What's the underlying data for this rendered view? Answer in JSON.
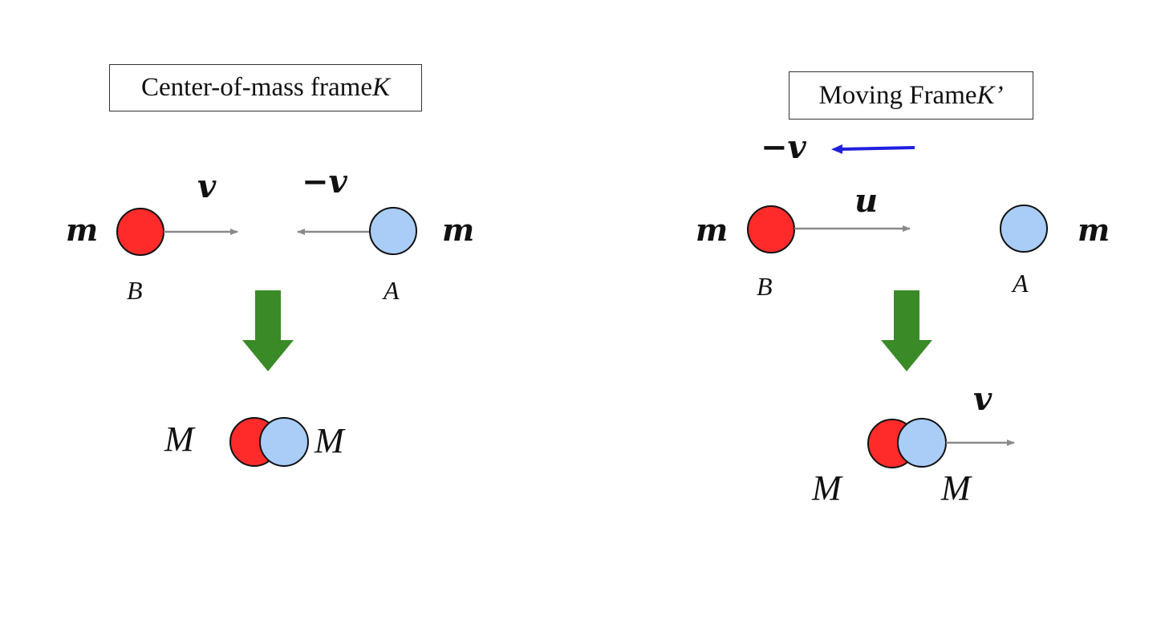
{
  "colors": {
    "particle_b": "#ff2b2b",
    "particle_a": "#a9cdf7",
    "outline": "#111111",
    "motion_arrow": "#8a8a8a",
    "transform_arrow": "#3a8a27",
    "frame_velocity_arrow": "#1f1fe0"
  },
  "left_panel": {
    "title_text": "Center-of-mass frame ",
    "title_symbol": "K",
    "mass_left": "m",
    "mass_right": "m",
    "velocity_b": "v",
    "velocity_a": "−v",
    "particle_b_label": "B",
    "particle_a_label": "A",
    "merged_left_label": "M",
    "merged_right_label": "M"
  },
  "right_panel": {
    "title_text": "Moving Frame ",
    "title_symbol": "K’",
    "frame_velocity": "−v",
    "mass_left": "m",
    "mass_right": "m",
    "velocity_b": "u",
    "particle_b_label": "B",
    "particle_a_label": "A",
    "merged_velocity": "v",
    "merged_left_label": "M",
    "merged_right_label": "M"
  }
}
